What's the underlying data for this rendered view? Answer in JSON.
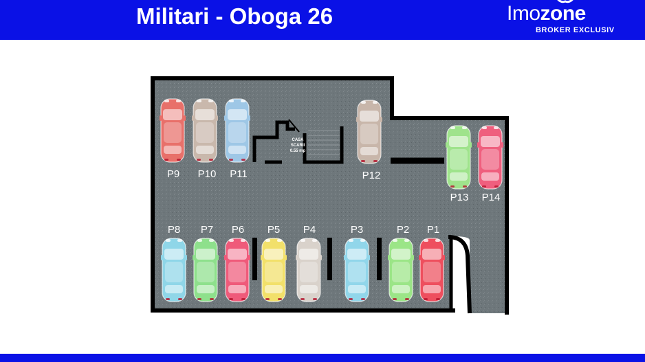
{
  "header": {
    "title": "Militari - Oboga 26",
    "logo_light": "Imo",
    "logo_bold": "zone",
    "tagline": "BROKER EXCLUSIV"
  },
  "colors": {
    "bar": "#0a11e6",
    "floor": "#6d767a",
    "wall": "#000000"
  },
  "stairs": {
    "line1": "CASA",
    "line2": "SCARII",
    "line3": "0.55 mp"
  },
  "parking": [
    {
      "id": "P9",
      "label": "P9",
      "color": "#e8706a"
    },
    {
      "id": "P10",
      "label": "P10",
      "color": "#c9b8ac"
    },
    {
      "id": "P11",
      "label": "P11",
      "color": "#9ec7e6"
    },
    {
      "id": "P12",
      "label": "P12",
      "color": "#c8b6aa"
    },
    {
      "id": "P13",
      "label": "P13",
      "color": "#9fe38c"
    },
    {
      "id": "P14",
      "label": "P14",
      "color": "#ef5f7e"
    },
    {
      "id": "P8",
      "label": "P8",
      "color": "#8fd6e8"
    },
    {
      "id": "P7",
      "label": "P7",
      "color": "#8ee08c"
    },
    {
      "id": "P6",
      "label": "P6",
      "color": "#ef5a7a"
    },
    {
      "id": "P5",
      "label": "P5",
      "color": "#f2e06a"
    },
    {
      "id": "P4",
      "label": "P4",
      "color": "#d9d2cb"
    },
    {
      "id": "P3",
      "label": "P3",
      "color": "#91d6ea"
    },
    {
      "id": "P2",
      "label": "P2",
      "color": "#9be587"
    },
    {
      "id": "P1",
      "label": "P1",
      "color": "#ee4f5e"
    }
  ]
}
